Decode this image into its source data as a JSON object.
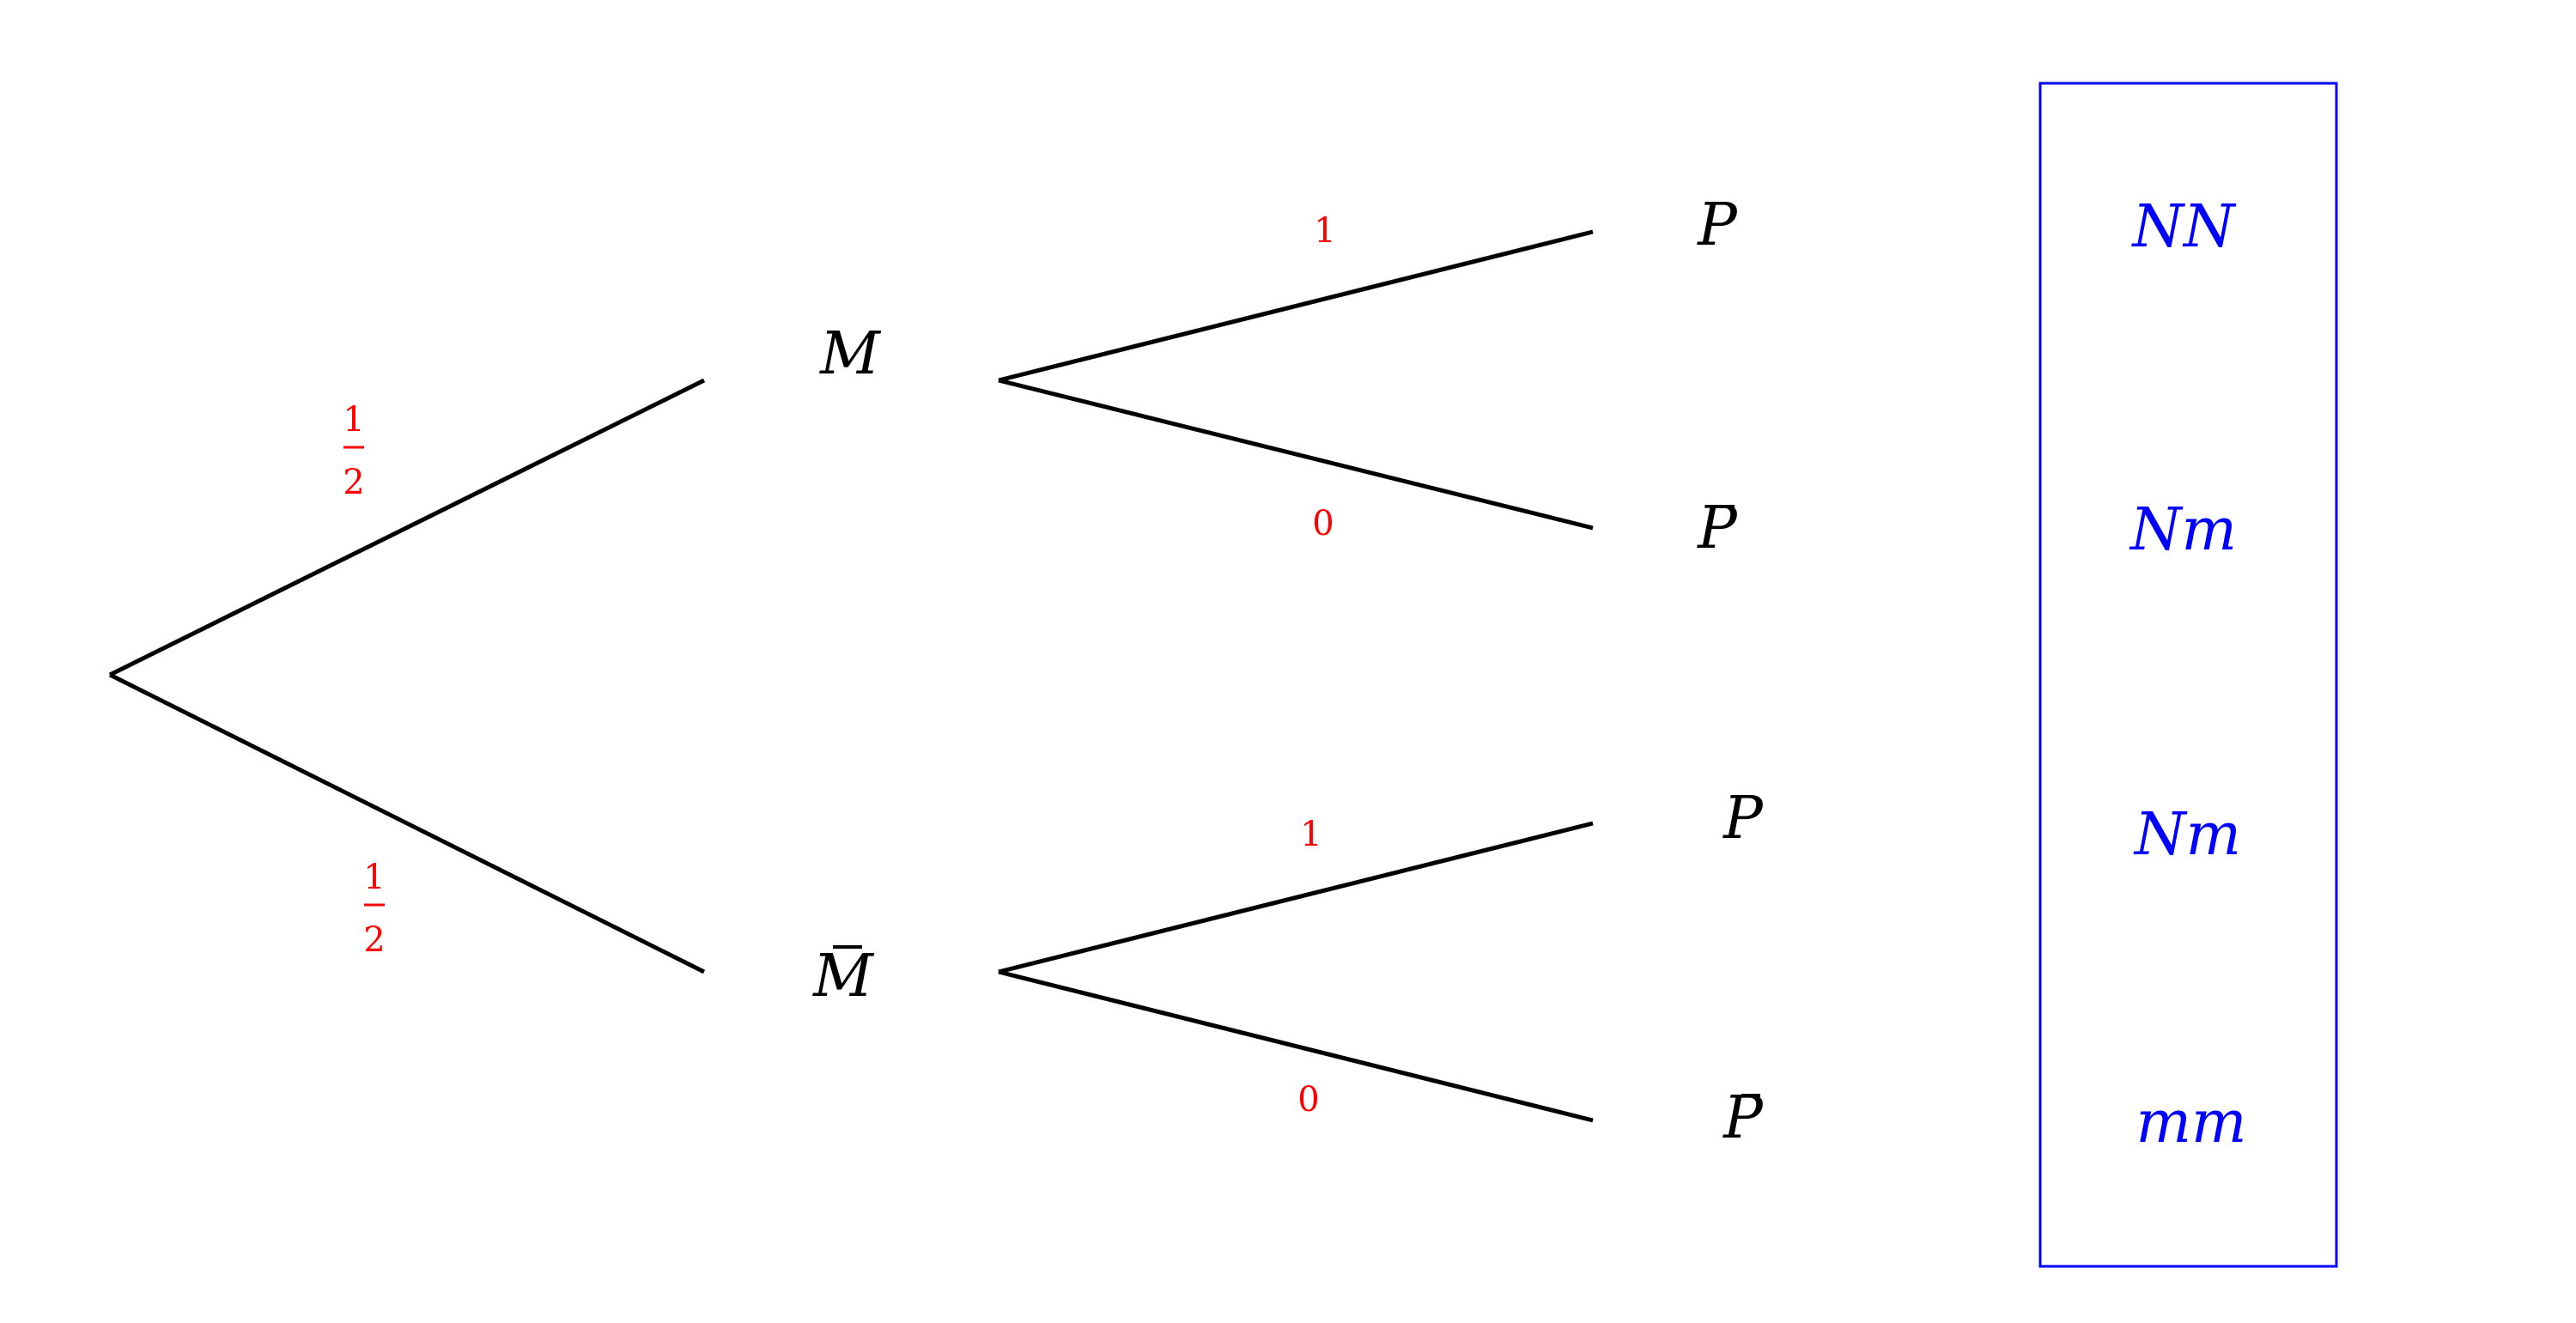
{
  "tree": {
    "level1": [
      {
        "node": "M",
        "barred": false,
        "prob_num": "1",
        "prob_den": "2"
      },
      {
        "node": "M",
        "barred": true,
        "prob_num": "1",
        "prob_den": "2"
      }
    ],
    "level2": [
      {
        "node": "P",
        "barred": false,
        "prob": "1",
        "genotype": "NN"
      },
      {
        "node": "P",
        "barred": true,
        "prob": "0",
        "genotype": "Nm"
      },
      {
        "node": "P",
        "barred": false,
        "prob": "1",
        "genotype": "Nm"
      },
      {
        "node": "P",
        "barred": true,
        "prob": "0",
        "genotype": "mm"
      }
    ]
  },
  "colors": {
    "branch": "#000000",
    "probability": "#ff0000",
    "result_box": "#0000ff"
  }
}
